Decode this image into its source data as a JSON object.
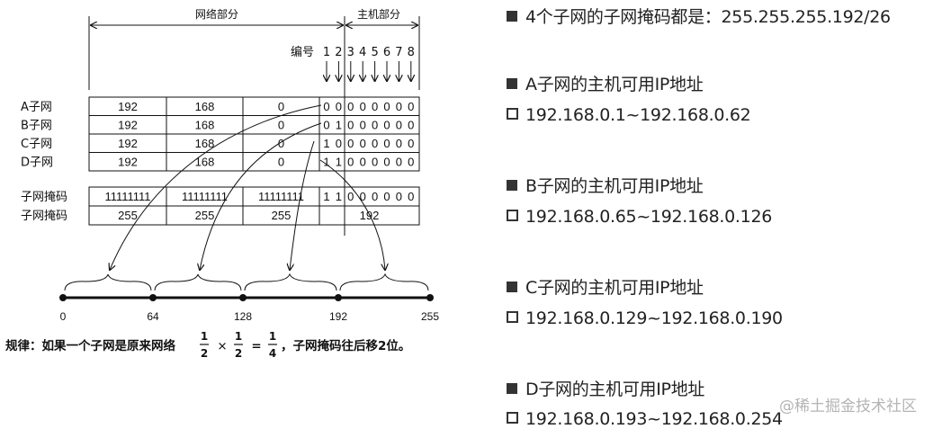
{
  "diagram": {
    "network_part_label": "网络部分",
    "host_part_label": "主机部分",
    "number_label": "编号",
    "bit_numbers": [
      "1",
      "2",
      "3",
      "4",
      "5",
      "6",
      "7",
      "8"
    ],
    "rows": [
      {
        "label": "A子网",
        "octets": [
          "192",
          "168",
          "0"
        ],
        "bits": "00000000"
      },
      {
        "label": "B子网",
        "octets": [
          "192",
          "168",
          "0"
        ],
        "bits": "01000000"
      },
      {
        "label": "C子网",
        "octets": [
          "192",
          "168",
          "0"
        ],
        "bits": "10000000"
      },
      {
        "label": "D子网",
        "octets": [
          "192",
          "168",
          "0"
        ],
        "bits": "11000000"
      }
    ],
    "mask_rows": [
      {
        "label": "子网掩码",
        "octets": [
          "11111111",
          "11111111",
          "11111111"
        ],
        "last": "11000000"
      },
      {
        "label": "子网掩码",
        "octets": [
          "255",
          "255",
          "255"
        ],
        "last": "192"
      }
    ],
    "number_line_ticks": [
      "0",
      "64",
      "128",
      "192",
      "255"
    ],
    "rule": {
      "prefix": "规律：如果一个子网是原来网络",
      "frac1_num": "1",
      "frac1_den": "2",
      "times": "×",
      "frac2_num": "1",
      "frac2_den": "2",
      "equals": "=",
      "frac3_num": "1",
      "frac3_den": "4",
      "suffix": "，子网掩码往后移2位。"
    }
  },
  "panel": {
    "mask_heading": "4个子网的子网掩码都是：255.255.255.192/26",
    "subnets": [
      {
        "heading": "A子网的主机可用IP地址",
        "range": "192.168.0.1~192.168.0.62"
      },
      {
        "heading": "B子网的主机可用IP地址",
        "range": "192.168.0.65~192.168.0.126"
      },
      {
        "heading": "C子网的主机可用IP地址",
        "range": "192.168.0.129~192.168.0.190"
      },
      {
        "heading": "D子网的主机可用IP地址",
        "range": "192.168.0.193~192.168.0.254"
      }
    ]
  },
  "watermark": "@稀土掘金技术社区"
}
